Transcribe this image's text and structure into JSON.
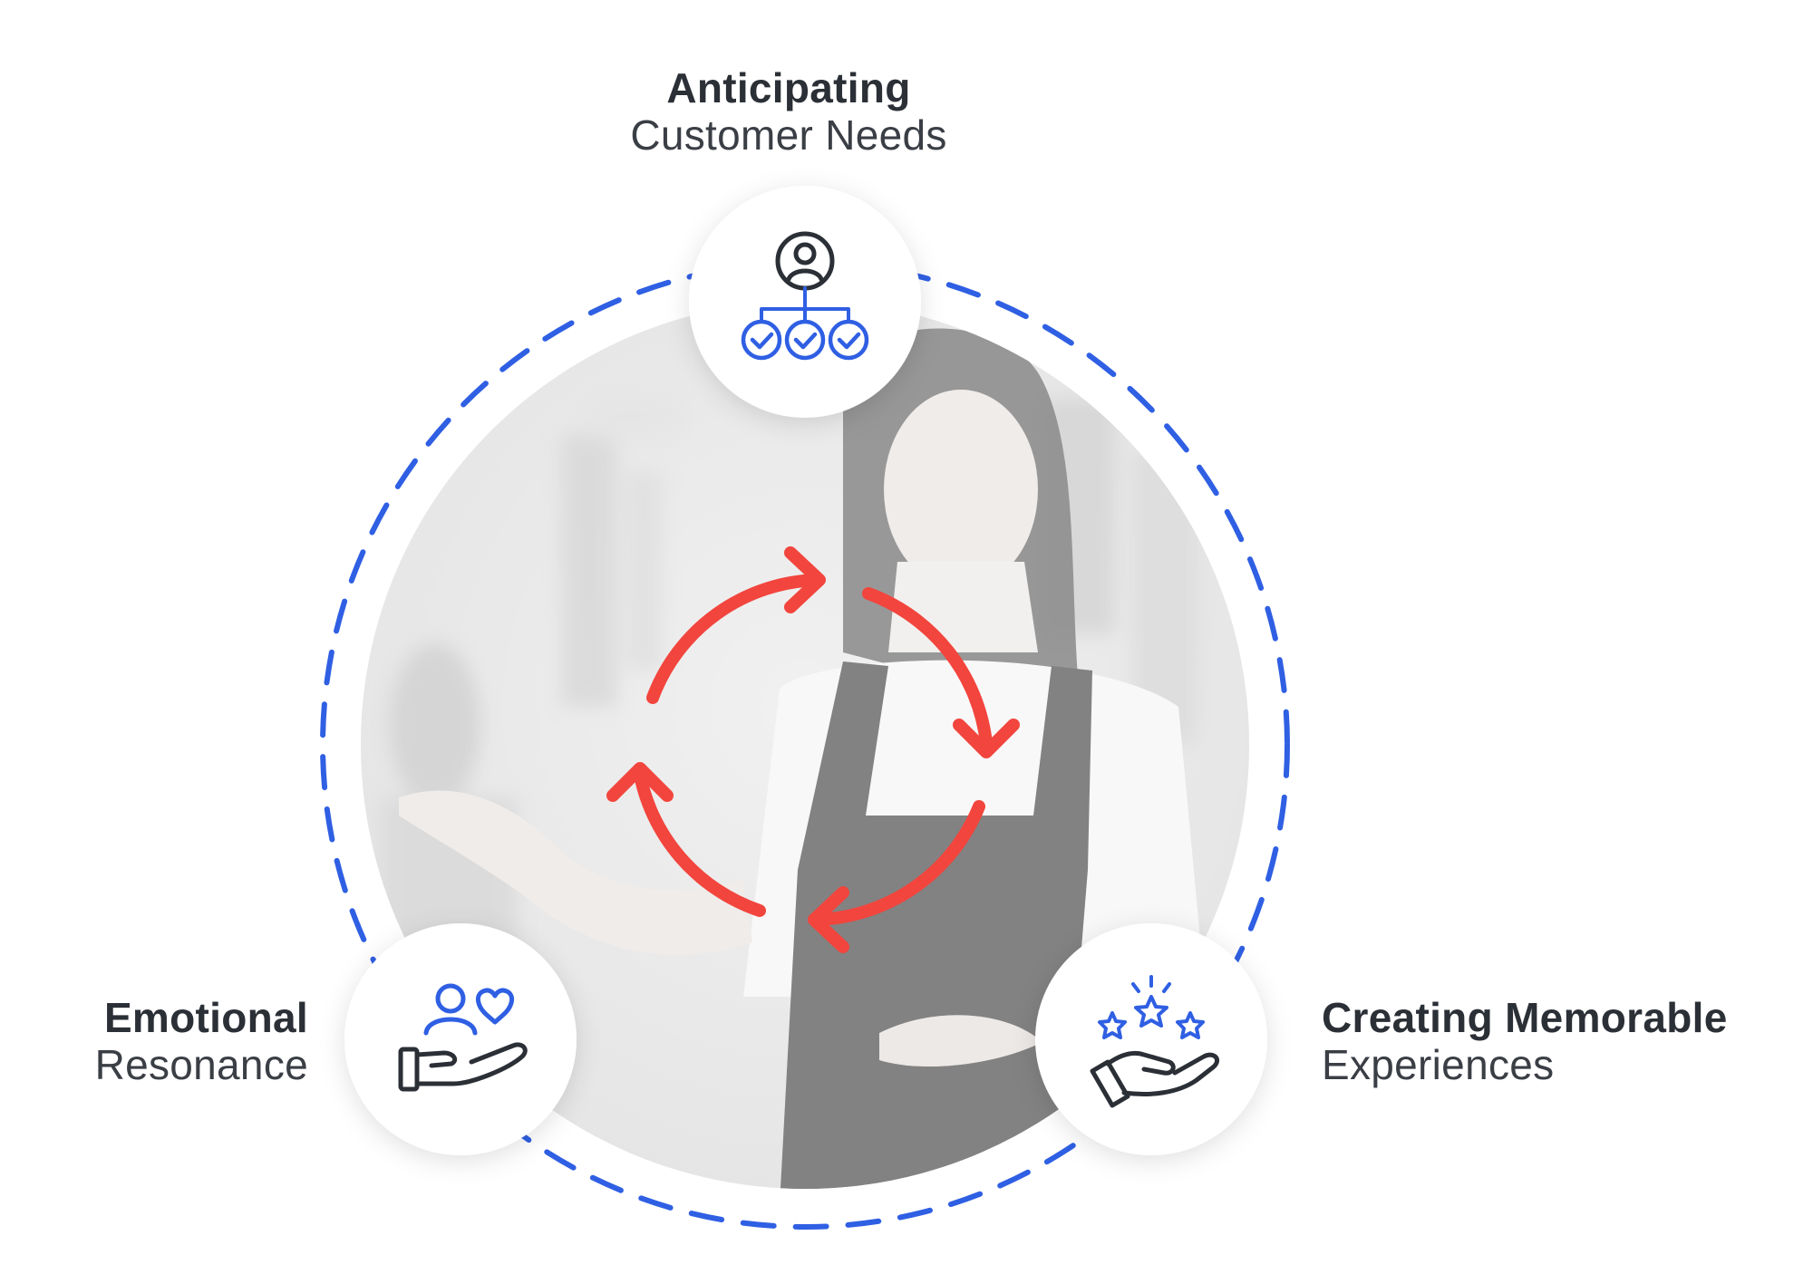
{
  "nodes": {
    "top": {
      "bold": "Anticipating",
      "light": "Customer Needs",
      "icon": "customer-needs-network-icon"
    },
    "left": {
      "bold": "Emotional",
      "light": "Resonance",
      "icon": "hand-people-heart-icon"
    },
    "right": {
      "bold": "Creating Memorable",
      "light": "Experiences",
      "icon": "hand-stars-icon"
    }
  },
  "center": {
    "icon": "cycle-arrows-icon"
  },
  "colors": {
    "ring_dash": "#2f5fe3",
    "icon_blue": "#2f5fe3",
    "icon_dark": "#2b2f36",
    "cycle_red": "#f2453d",
    "text_dark": "#2b2f36"
  }
}
